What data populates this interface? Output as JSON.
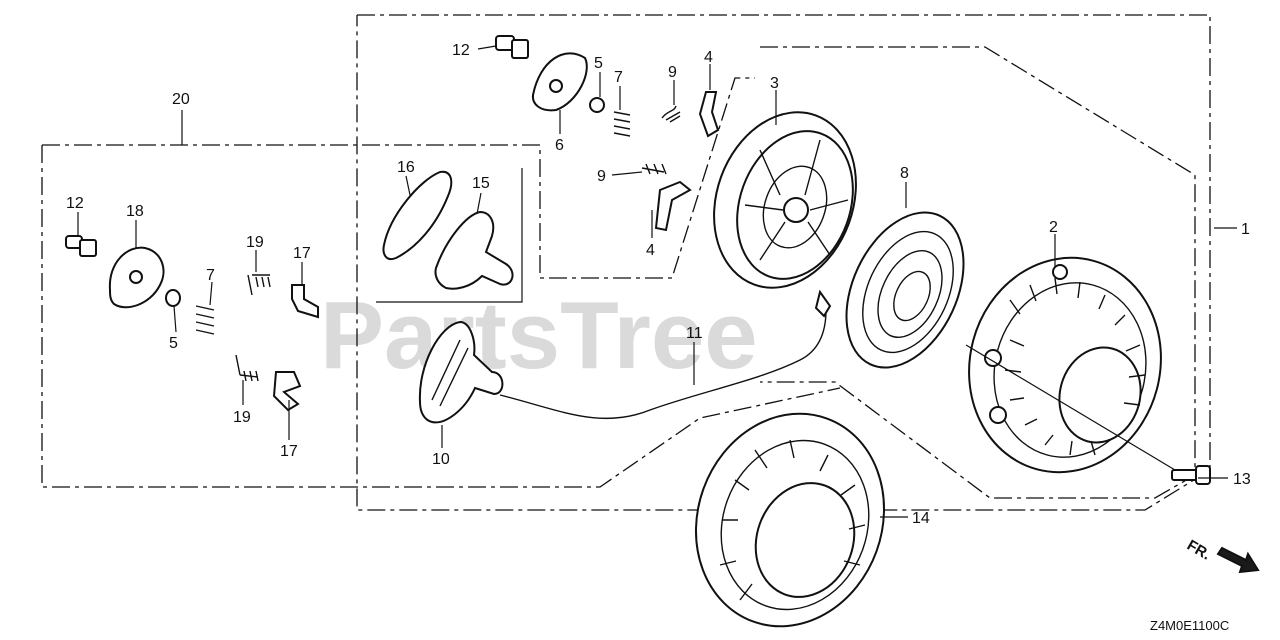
{
  "diagram": {
    "watermark": "PartsTree",
    "diagram_code": "Z4M0E1100C",
    "direction_label": "FR.",
    "callouts": {
      "c1": "1",
      "c2": "2",
      "c3": "3",
      "c4a": "4",
      "c4b": "4",
      "c5a": "5",
      "c5b": "5",
      "c6": "6",
      "c7a": "7",
      "c7b": "7",
      "c8": "8",
      "c9a": "9",
      "c9b": "9",
      "c10": "10",
      "c11": "11",
      "c12a": "12",
      "c12b": "12",
      "c13": "13",
      "c14": "14",
      "c15": "15",
      "c16": "16",
      "c17a": "17",
      "c17b": "17",
      "c18": "18",
      "c19a": "19",
      "c19b": "19",
      "c20": "20"
    }
  }
}
